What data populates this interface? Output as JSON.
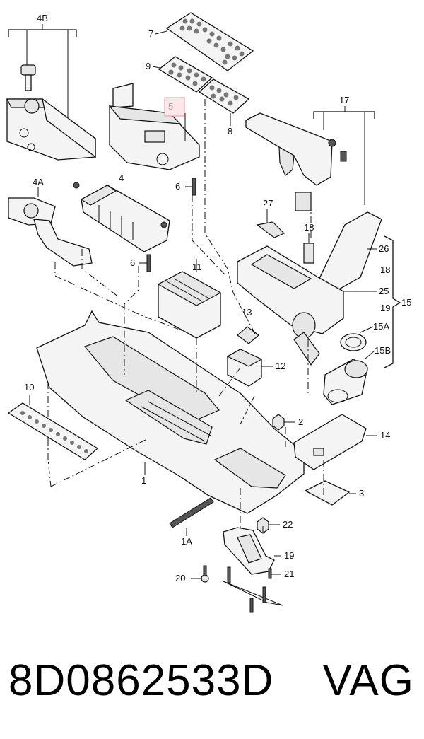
{
  "diagram": {
    "callouts": {
      "c4b": "4B",
      "c7": "7",
      "c9": "9",
      "c5": "5",
      "c8": "8",
      "c17": "17",
      "c6a": "6",
      "c4a": "4A",
      "c4": "4",
      "c6b": "6",
      "c27": "27",
      "c18a": "18",
      "c26": "26",
      "c18b": "18",
      "c11": "11",
      "c25": "25",
      "c19a": "19",
      "c15": "15",
      "c13": "13",
      "c15a": "15A",
      "c15b": "15B",
      "c12": "12",
      "c10": "10",
      "c2": "2",
      "c14": "14",
      "c1": "1",
      "c3": "3",
      "c1a": "1A",
      "c22": "22",
      "c19b": "19",
      "c20": "20",
      "c21": "21"
    },
    "highlight_color": "#e8a3a8"
  },
  "footer": {
    "part_number": "8D0862533D",
    "brand": "VAG"
  }
}
